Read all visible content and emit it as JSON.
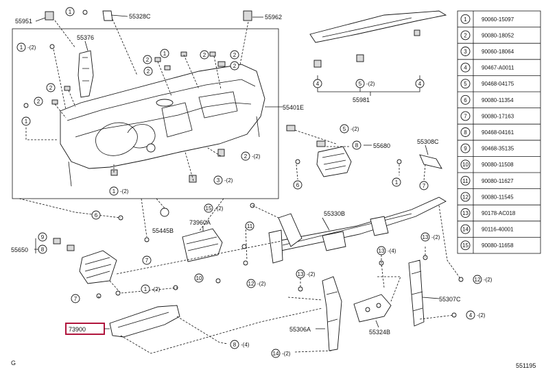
{
  "legend": [
    {
      "n": "1",
      "code": "90060-15097"
    },
    {
      "n": "2",
      "code": "90080-18052"
    },
    {
      "n": "3",
      "code": "90060-18064"
    },
    {
      "n": "4",
      "code": "90467-A0011"
    },
    {
      "n": "5",
      "code": "90468-04175"
    },
    {
      "n": "6",
      "code": "90080-11354"
    },
    {
      "n": "7",
      "code": "90080-17163"
    },
    {
      "n": "8",
      "code": "90468-04161"
    },
    {
      "n": "9",
      "code": "90468-35135"
    },
    {
      "n": "10",
      "code": "90080-11508"
    },
    {
      "n": "11",
      "code": "90080-11627"
    },
    {
      "n": "12",
      "code": "90080-11545"
    },
    {
      "n": "13",
      "code": "90178-AC018"
    },
    {
      "n": "14",
      "code": "90116-40001"
    },
    {
      "n": "15",
      "code": "90080-11658"
    }
  ],
  "part_labels": {
    "p55951": "55951",
    "p55328c": "55328C",
    "p55962": "55962",
    "p55376": "55376",
    "p55401e": "55401E",
    "p55981": "55981",
    "p55680": "55680",
    "p55308c": "55308C",
    "p55445b": "55445B",
    "p73960a": "73960A",
    "p55330b": "55330B",
    "p55650": "55650",
    "p55307c": "55307C",
    "p73900": "73900",
    "p55306a": "55306A",
    "p55324b": "55324B"
  },
  "qty": {
    "q2": "-(2)",
    "q4": "-(4)"
  },
  "footer": {
    "left": "G",
    "right": "551195"
  }
}
